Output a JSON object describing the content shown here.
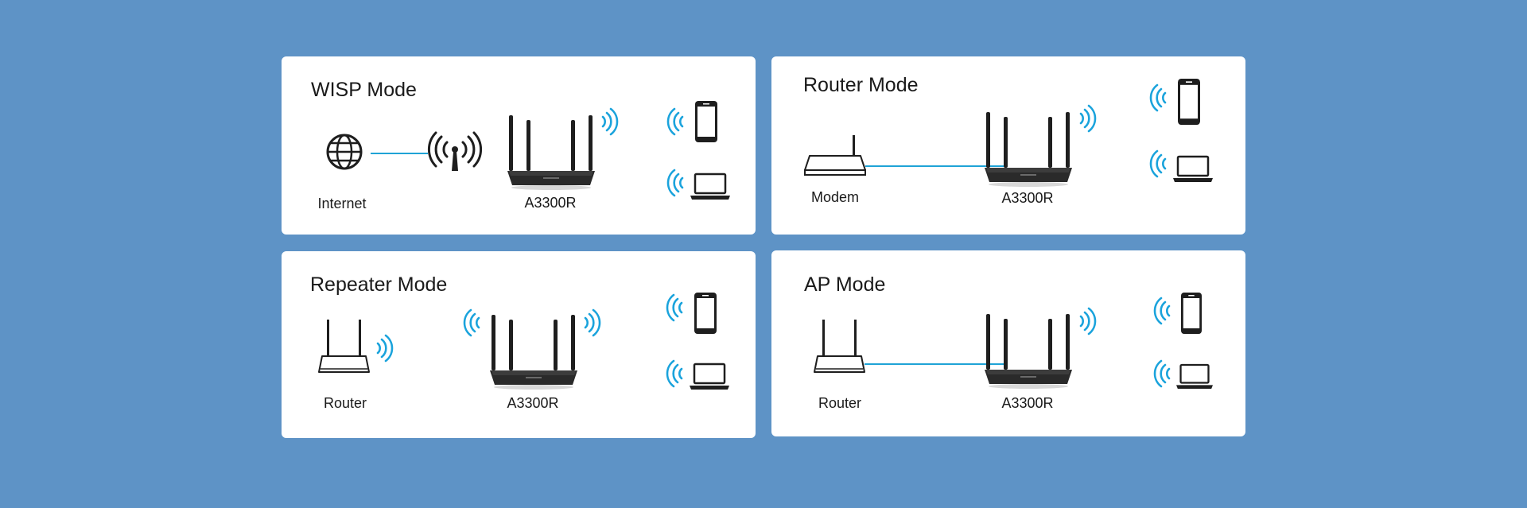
{
  "cards": {
    "wisp": {
      "title": "WISP Mode",
      "source_label": "Internet",
      "device_label": "A3300R"
    },
    "router": {
      "title": "Router Mode",
      "source_label": "Modem",
      "device_label": "A3300R"
    },
    "repeater": {
      "title": "Repeater Mode",
      "source_label": "Router",
      "device_label": "A3300R"
    },
    "ap": {
      "title": "AP Mode",
      "source_label": "Router",
      "device_label": "A3300R"
    }
  },
  "colors": {
    "background": "#5e93c6",
    "card": "#ffffff",
    "wifi": "#1aa3dc",
    "link": "#1fa3d6",
    "device": "#1e1e1e"
  }
}
